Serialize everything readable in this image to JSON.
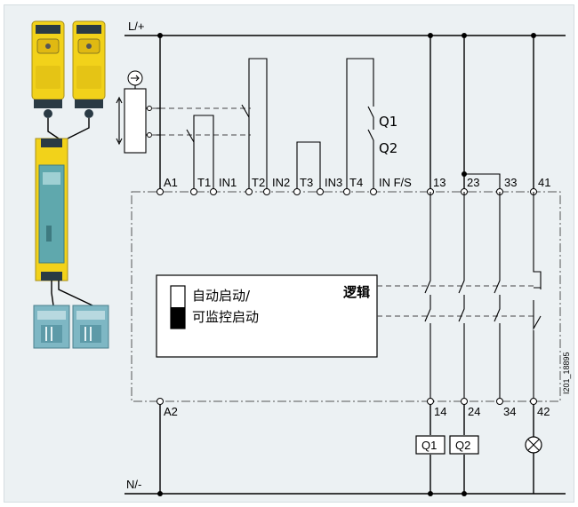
{
  "rails": {
    "top": "L/+",
    "bottom": "N/-"
  },
  "terminals_top": [
    "A1",
    "T1",
    "IN1",
    "T2",
    "IN2",
    "T3",
    "IN3",
    "T4",
    "IN F/S",
    "13",
    "23",
    "33",
    "41"
  ],
  "terminals_bottom": [
    "A2",
    "14",
    "24",
    "34",
    "42"
  ],
  "contacts": {
    "q1": "Q1",
    "q2": "Q2"
  },
  "loads": {
    "q1": "Q1",
    "q2": "Q2"
  },
  "logic_label": "逻辑",
  "mode_text": {
    "line1": "自动启动/",
    "line2": "可监控启动"
  },
  "figure_id": "I201_18895",
  "colors": {
    "background": "#ecf1f3",
    "sensor_yellow": "#f2d21a",
    "relay_green": "#5fa8ad"
  },
  "icons": [
    "arrow-cycle-icon",
    "lamp-icon"
  ]
}
